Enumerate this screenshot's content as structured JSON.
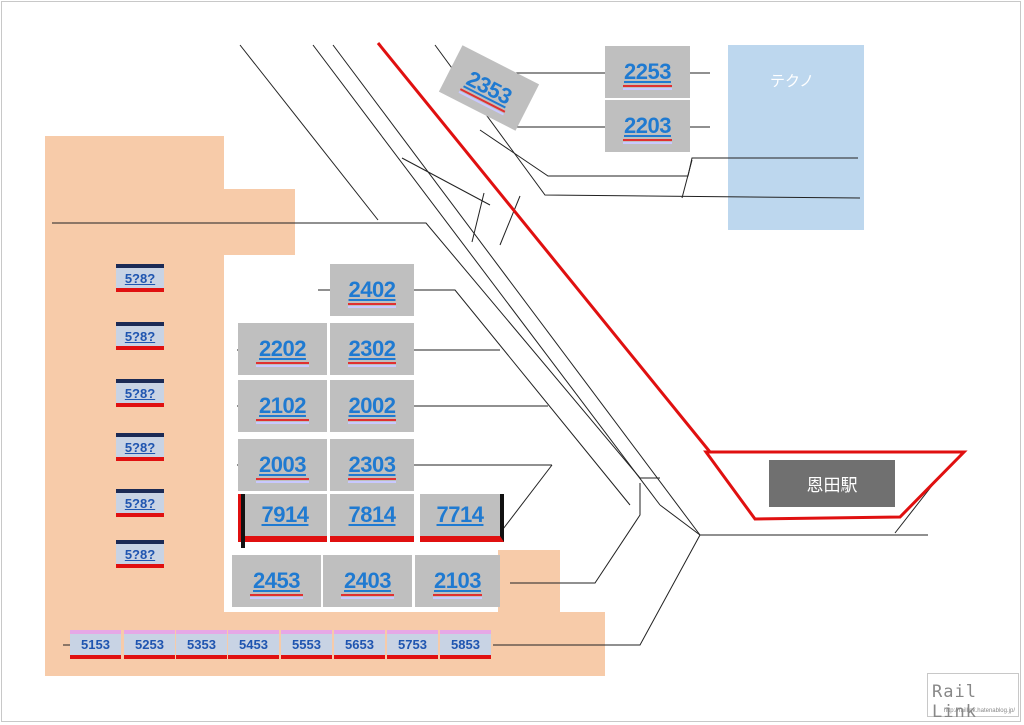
{
  "diagram": {
    "techno_label": "テクノ",
    "station_label": "恩田駅",
    "logo": {
      "text": "Rail Link",
      "url": "http://raillink.hatenablog.jp/"
    },
    "top_cars": [
      "2353",
      "2253",
      "2203"
    ],
    "grid_cars": {
      "row1": [
        "2402"
      ],
      "row2": [
        "2202",
        "2302"
      ],
      "row3": [
        "2102",
        "2002"
      ],
      "row4": [
        "2003",
        "2303"
      ],
      "row5": [
        "7914",
        "7814",
        "7714"
      ],
      "row6": [
        "2453",
        "2403",
        "2103"
      ]
    },
    "small_cars": [
      "5?8?",
      "5?8?",
      "5?8?",
      "5?8?",
      "5?8?",
      "5?8?"
    ],
    "bottom_cars": [
      "5153",
      "5253",
      "5353",
      "5453",
      "5553",
      "5653",
      "5753",
      "5853"
    ],
    "colors": {
      "zone": "#f7cba9",
      "techno": "#bdd7ee",
      "car": "#bfbfbf",
      "car_text": "#1f7ad1",
      "red_line": "#e01010"
    }
  }
}
